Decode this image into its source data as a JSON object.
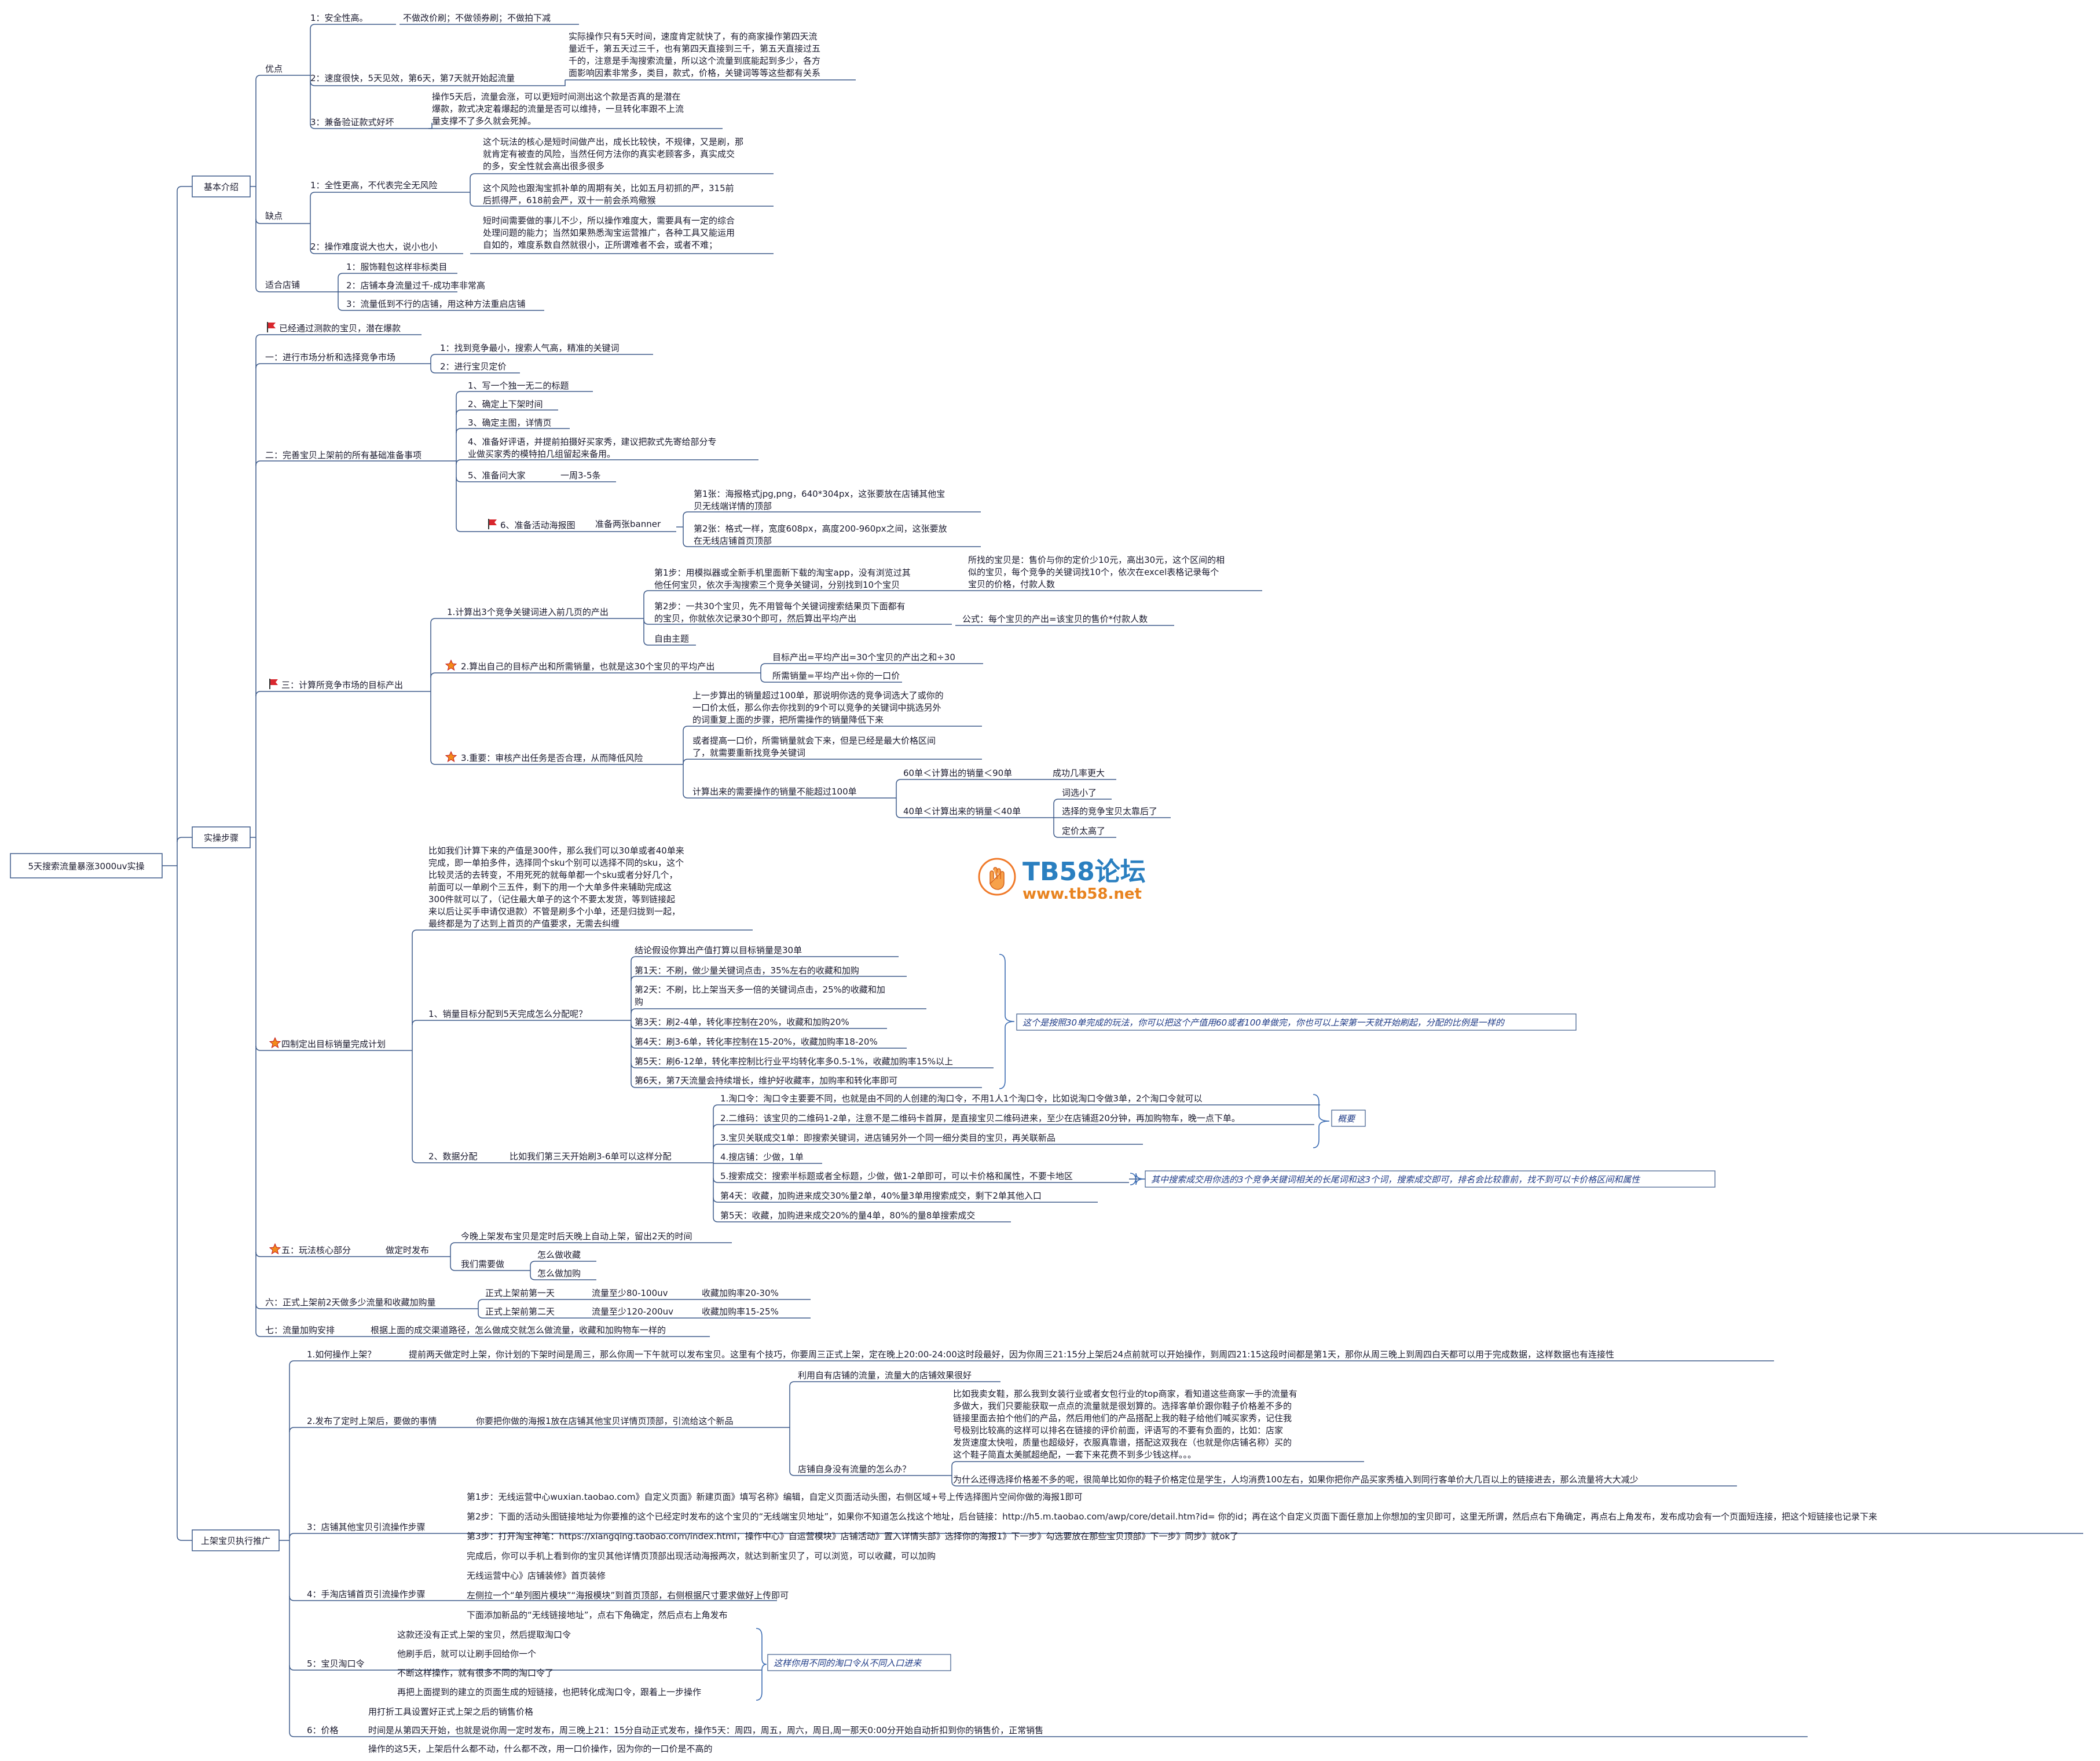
{
  "colors": {
    "line": "#3d5a8a",
    "text": "#1a1a2e",
    "note": "#1f3b87",
    "flag": "#d9272e",
    "star_fill": "#f28a1b",
    "star_stroke": "#c4161c",
    "wm_blue": "#2a7fc0",
    "wm_orange": "#e8831f"
  },
  "icons": {
    "flag": "red-flag-icon",
    "star": "star-icon",
    "watermark": "hand-logo-icon"
  },
  "watermark": {
    "title": "TB58论坛",
    "url": "www.tb58.net"
  },
  "root": {
    "label": "5天搜索流量暴涨3000uv实操"
  },
  "l1": {
    "basic": "基本介绍",
    "steps": "实操步骤",
    "exec": "上架宝贝执行推广"
  },
  "basic": {
    "pros": "优点",
    "p1": "1：安全性高。",
    "p1_note": "不做改价刷；不做领券刷；不做拍下减",
    "p2": "2：速度很快，5天见效，第6天，第7天就开始起流量",
    "p2_note": [
      "实际操作只有5天时间，速度肯定就快了，有的商家操作第四天流",
      "量近千，第五天过三千，也有第四天直接到三千，第五天直接过五",
      "千的，注意是手淘搜索流量，所以这个流量到底能起到多少，各方",
      "面影响因素非常多，类目，款式，价格，关键词等等这些都有关系"
    ],
    "p3": "3：兼备验证款式好坏",
    "p3_note": [
      "操作5天后，流量会涨，可以更短时间测出这个款是否真的是潜在",
      "爆款，款式决定着爆起的流量是否可以维持，一旦转化率跟不上流",
      "量支撑不了多久就会死掉。"
    ],
    "cons": "缺点",
    "c1": "1：全性更高，不代表完全无风险",
    "c1_note1": [
      "这个玩法的核心是短时间做产出，成长比较快，不规律，又是刷，那",
      "就肯定有被查的风险，当然任何方法你的真实老顾客多，真实成交",
      "的多，安全性就会高出很多很多"
    ],
    "c1_note2": [
      "这个风险也跟淘宝抓补单的周期有关，比如五月初抓的严，315前",
      "后抓得严，618前会严，双十一前会杀鸡儆猴"
    ],
    "c2": "2：操作难度说大也大，说小也小",
    "c2_note": [
      "短时间需要做的事儿不少，所以操作难度大，需要具有一定的综合",
      "处理问题的能力；当然如果熟悉淘宝运营推广，各种工具又能运用",
      "自如的，难度系数自然就很小，正所谓难者不会，或者不难；"
    ],
    "suit": "适合店铺",
    "s1": "1：服饰鞋包这样非标类目",
    "s2": "2：店铺本身流量过千-成功率非常高",
    "s3": "3：流量低到不行的店铺，用这种方法重启店铺"
  },
  "steps": {
    "s0": "已经通过测款的宝贝，潜在爆款",
    "s1": "一：进行市场分析和选择竞争市场",
    "s1a": "1：找到竞争最小，搜索人气高，精准的关键词",
    "s1b": "2：进行宝贝定价",
    "s2": "二：完善宝贝上架前的所有基础准备事项",
    "s2a": "1、写一个独一无二的标题",
    "s2b": "2、确定上下架时间",
    "s2c": "3、确定主图，详情页",
    "s2d": [
      "4、准备好评语，并提前拍摄好买家秀，建议把款式先寄给部分专",
      "业做买家秀的模特拍几组留起来备用。"
    ],
    "s2e": "5、准备问大家",
    "s2e_note": "一周3-5条",
    "s2f": "6、准备活动海报图",
    "s2f_note": "准备两张banner",
    "s2f1": [
      "第1张：海报格式jpg,png，640*304px，这张要放在店铺其他宝",
      "贝无线端详情的顶部"
    ],
    "s2f2": [
      "第2张：格式一样，宽度608px，高度200-960px之间，这张要放",
      "在无线店铺首页顶部"
    ],
    "s3": "三：计算所竞争市场的目标产出",
    "s3a": "1.计算出3个竞争关键词进入前几页的产出",
    "s3a1": [
      "第1步：用模拟器或全新手机里面新下载的淘宝app，没有浏览过其",
      "他任何宝贝，依次手淘搜索三个竞争关键词，分别找到10个宝贝"
    ],
    "s3a1_note": [
      "所找的宝贝是：售价与你的定价少10元，高出30元，这个区间的相",
      "似的宝贝，每个竞争的关键词找10个，依次在excel表格记录每个",
      "宝贝的价格，付款人数"
    ],
    "s3a2": [
      "第2步：一共30个宝贝，先不用管每个关键词搜索结果页下面都有",
      "的宝贝，你就依次记录30个即可，然后算出平均产出"
    ],
    "s3a2_note": "公式：每个宝贝的产出=该宝贝的售价*付款人数",
    "s3a3": "自由主题",
    "s3b": "2.算出自己的目标产出和所需销量，也就是这30个宝贝的平均产出",
    "s3b1": "目标产出=平均产出=30个宝贝的产出之和÷30",
    "s3b2": "所需销量=平均产出÷你的一口价",
    "s3c": "3.重要：审核产出任务是否合理，从而降低风险",
    "s3c1": [
      "上一步算出的销量超过100单，那说明你选的竞争词选大了或你的",
      "一口价太低，那么你去你找到的9个可以竞争的关键词中挑选另外",
      "的词重复上面的步骤，把所需操作的销量降低下来"
    ],
    "s3c2": [
      "或者提高一口价，所需销量就会下来，但是已经是最大价格区间",
      "了，就需要重新找竞争关键词"
    ],
    "s3c3": "计算出来的需要操作的销量不能超过100单",
    "s3c3a": "60单＜计算出的销量＜90单",
    "s3c3a_note": "成功几率更大",
    "s3c3b": "40单＜计算出来的销量＜40单",
    "s3c3b1": "词选小了",
    "s3c3b2": "选择的竞争宝贝太靠后了",
    "s3c3b3": "定价太高了",
    "s4": "四制定出目标销量完成计划",
    "s4_note": [
      "比如我们计算下来的产值是300件，那么我们可以30单或者40单来",
      "完成，即一单拍多件，选择同个sku个别可以选择不同的sku，这个",
      "比较灵活的去转变，不用死死的就每单都一个sku或者分好几个，",
      "前面可以一单刷个三五件，剩下的用一个大单多件来辅助完成这",
      "300件就可以了，（记住最大单子的这个不要太发货，等到链接起",
      "来以后让买手申请仅退款）不管是刷多个小单，还是归拢到一起，",
      "最终都是为了达到上首页的产值要求，无需去纠缠"
    ],
    "s4a": "1、销量目标分配到5天完成怎么分配呢？",
    "s4a0": "结论假设你算出产值打算以目标销量是30单",
    "s4a1": "第1天：不刷，做少量关键词点击，35%左右的收藏和加购",
    "s4a2": [
      "第2天：不刷，比上架当天多一倍的关键词点击，25%的收藏和加",
      "购"
    ],
    "s4a3": "第3天：刷2-4单，转化率控制在20%，收藏和加购20%",
    "s4a4": "第4天：刷3-6单，转化率控制在15-20%，收藏加购率18-20%",
    "s4a5": "第5天：刷6-12单，转化率控制比行业平均转化率多0.5-1%，收藏加购率15%以上",
    "s4a6": "第6天，第7天流量会持续增长，维护好收藏率，加购率和转化率即可",
    "s4a_note": "这个是按照30单完成的玩法，你可以把这个产值用60或者100单做完，你也可以上架第一天就开始刷起，分配的比例是一样的",
    "s4b": "2、数据分配",
    "s4b_note": "比如我们第三天开始刷3-6单可以这样分配",
    "s4b1": "1.淘口令：淘口令主要要不同，也就是由不同的人创建的淘口令，不用1人1个淘口令，比如说淘口令做3单，2个淘口令就可以",
    "s4b2": "2.二维码：该宝贝的二维码1-2单，注意不是二维码卡首屏，是直接宝贝二维码进来，至少在店铺逛20分钟，再加购物车，晚一点下单。",
    "s4b3": "3.宝贝关联成交1单：即搜索关键词，进店铺另外一个同一细分类目的宝贝，再关联新品",
    "s4b4": "4.搜店铺：少做，1单",
    "s4b5": "5.搜索成交：搜索半标题或者全标题，少做，做1-2单即可，可以卡价格和属性，不要卡地区",
    "s4b5_note": "其中搜索成交用你选的3个竞争关键词相关的长尾词和这3个词，搜索成交即可，排名会比较靠前，找不到可以卡价格区间和属性",
    "s4b6": "第4天：收藏，加购进来成交30%量2单，40%量3单用搜索成交，剩下2单其他入口",
    "s4b7": "第5天：收藏，加购进来成交20%的量4单，80%的量8单搜索成交",
    "s4b_brace": "概要",
    "s5": "五：玩法核心部分",
    "s5a": "做定时发布",
    "s5a1": "今晚上架发布宝贝是定时后天晚上自动上架，留出2天的时间",
    "s5a2": "我们需要做",
    "s5a2a": "怎么做收藏",
    "s5a2b": "怎么做加购",
    "s6": "六：正式上架前2天做多少流量和收藏加购量",
    "s6a": "正式上架前第一天",
    "s6a1": "流量至少80-100uv",
    "s6a2": "收藏加购率20-30%",
    "s6b": "正式上架前第二天",
    "s6b1": "流量至少120-200uv",
    "s6b2": "收藏加购率15-25%",
    "s7": "七：流量加购安排",
    "s7a": "根据上面的成交渠道路径，怎么做成交就怎么做流量，收藏和加购物车一样的"
  },
  "exec": {
    "e1": "1.如何操作上架？",
    "e1_note": "提前两天做定时上架，你计划的下架时间是周三，那么你周一下午就可以发布宝贝。这里有个技巧，你要周三正式上架，定在晚上20:00-24:00这时段最好，因为你周三21:15分上架后24点前就可以开始操作，到周四21:15这段时间都是第1天，那你从周三晚上到周四白天都可以用于完成数据，这样数据也有连接性",
    "e2": "2.发布了定时上架后，要做的事情",
    "e2a": "你要把你做的海报1放在店铺其他宝贝详情页顶部，引流给这个新品",
    "e2b": "利用自有店铺的流量，流量大的店铺效果很好",
    "e2c": "店铺自身没有流量的怎么办？",
    "e2c1": [
      "比如我卖女鞋，那么我到女装行业或者女包行业的top商家，看知道这些商家一手的流量有",
      "多做大，我们只要能获取一点点的流量就是很划算的。选择客单价跟你鞋子价格差不多的",
      "链接里面去拍个他们的产品，然后用他们的产品搭配上我的鞋子给他们喊买家秀，记住我",
      "号极别比较高的这样可以排名在链接的评价前面，评语写的不要有负面的，比如：店家",
      "发货速度太快啦，质量也超级好，衣服真靠谱，搭配这双我在（也就是你店铺名称）买的",
      "这个鞋子简直太美腻超绝配，一套下来花费不到多少钱这样。。。"
    ],
    "e2c2": "为什么还得选择价格差不多的呢，很简单比如你的鞋子价格定位是学生，人均消费100左右，如果你把你产品买家秀植入到同行客单价大几百以上的链接进去，那么流量将大大减少",
    "e3": "3：店铺其他宝贝引流操作步骤",
    "e3a": "第1步：无线运营中心wuxian.taobao.com》自定义页面》新建页面》填写名称》编辑，自定义页面活动头图，右侧区域+号上传选择图片空间你做的海报1即可",
    "e3b": "第2步：下面的活动头图链接地址为你要推的这个已经定时发布的这个宝贝的“无线端宝贝地址”，如果你不知道怎么找这个地址，后台链接：http://h5.m.taobao.com/awp/core/detail.htm?id= 你的id；再在这个自定义页面下面任意加上你想加的宝贝即可，这里无所谓，然后点右下角确定，再点右上角发布，发布成功会有一个页面短连接，把这个短链接也记录下来",
    "e3c": "第3步：打开淘宝神笔：https://xiangqing.taobao.com/index.html，操作中心》自运营模块》店铺活动》置入详情头部》选择你的海报1》下一步》勾选要放在那些宝贝顶部》下一步》同步》就ok了",
    "e3d": "完成后，你可以手机上看到你的宝贝其他详情页顶部出现活动海报两次，就达到新宝贝了，可以浏览，可以收藏，可以加购",
    "e4": "4：手淘店铺首页引流操作步骤",
    "e4a": "无线运营中心》店铺装修》首页装修",
    "e4b": "左侧拉一个“单列图片模块”“海报模块”到首页顶部，右侧根据尺寸要求做好上传即可",
    "e4c": "下面添加新品的“无线链接地址”，点右下角确定，然后点右上角发布",
    "e5": "5：宝贝淘口令",
    "e5a": "这款还没有正式上架的宝贝，然后提取淘口令",
    "e5b": "他刷手后，就可以让刷手回给你一个",
    "e5c": "不断这样操作，就有很多不同的淘口令了",
    "e5d": "再把上面提到的建立的页面生成的短链接，也把转化成淘口令，跟着上一步操作",
    "e5_note": "这样你用不同的淘口令从不同入口进来",
    "e6": "6：价格",
    "e6a": "用打折工具设置好正式上架之后的销售价格",
    "e6b": "时间是从第四天开始，也就是说你周一定时发布，周三晚上21：15分自动正式发布，操作5天：周四，周五，周六，周日,周一那天0:00分开始自动折扣到你的销售价，正常销售",
    "e6c": "操作的这5天，上架后什么都不动，什么都不改，用一口价操作，因为你的一口价是不高的"
  }
}
